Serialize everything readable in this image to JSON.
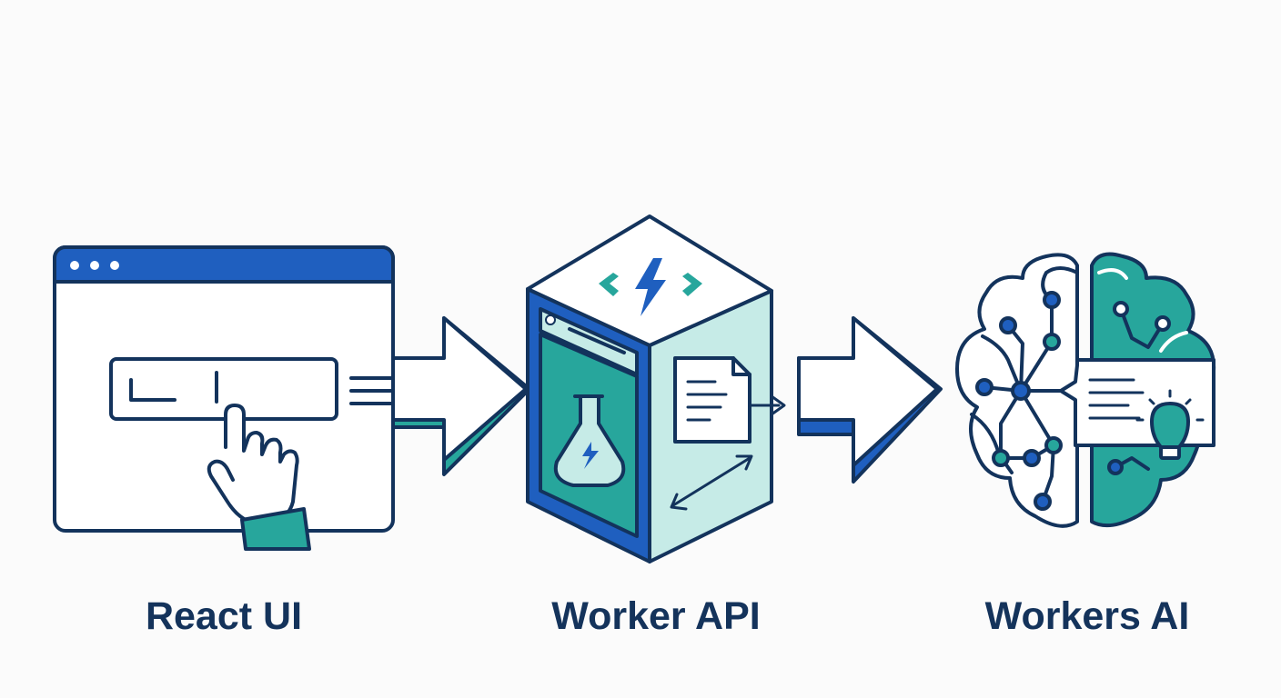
{
  "diagram": {
    "nodes": [
      {
        "id": "react-ui",
        "label": "React UI",
        "icon": "browser-window-with-text-input-and-pointing-hand"
      },
      {
        "id": "worker-api",
        "label": "Worker API",
        "icon": "server-cube-with-lightning-code-and-flask"
      },
      {
        "id": "workers-ai",
        "label": "Workers AI",
        "icon": "circuit-brain-with-chat-bubble-and-lightbulb"
      }
    ],
    "edges": [
      {
        "from": "react-ui",
        "to": "worker-api",
        "icon": "right-arrow"
      },
      {
        "from": "worker-api",
        "to": "workers-ai",
        "icon": "right-arrow"
      }
    ]
  },
  "colors": {
    "navy": "#13335c",
    "blue": "#1f5fbf",
    "teal": "#27a69c",
    "light_teal": "#c6ebe7",
    "label_text": "#14335b",
    "background": "#fbfbfb"
  }
}
